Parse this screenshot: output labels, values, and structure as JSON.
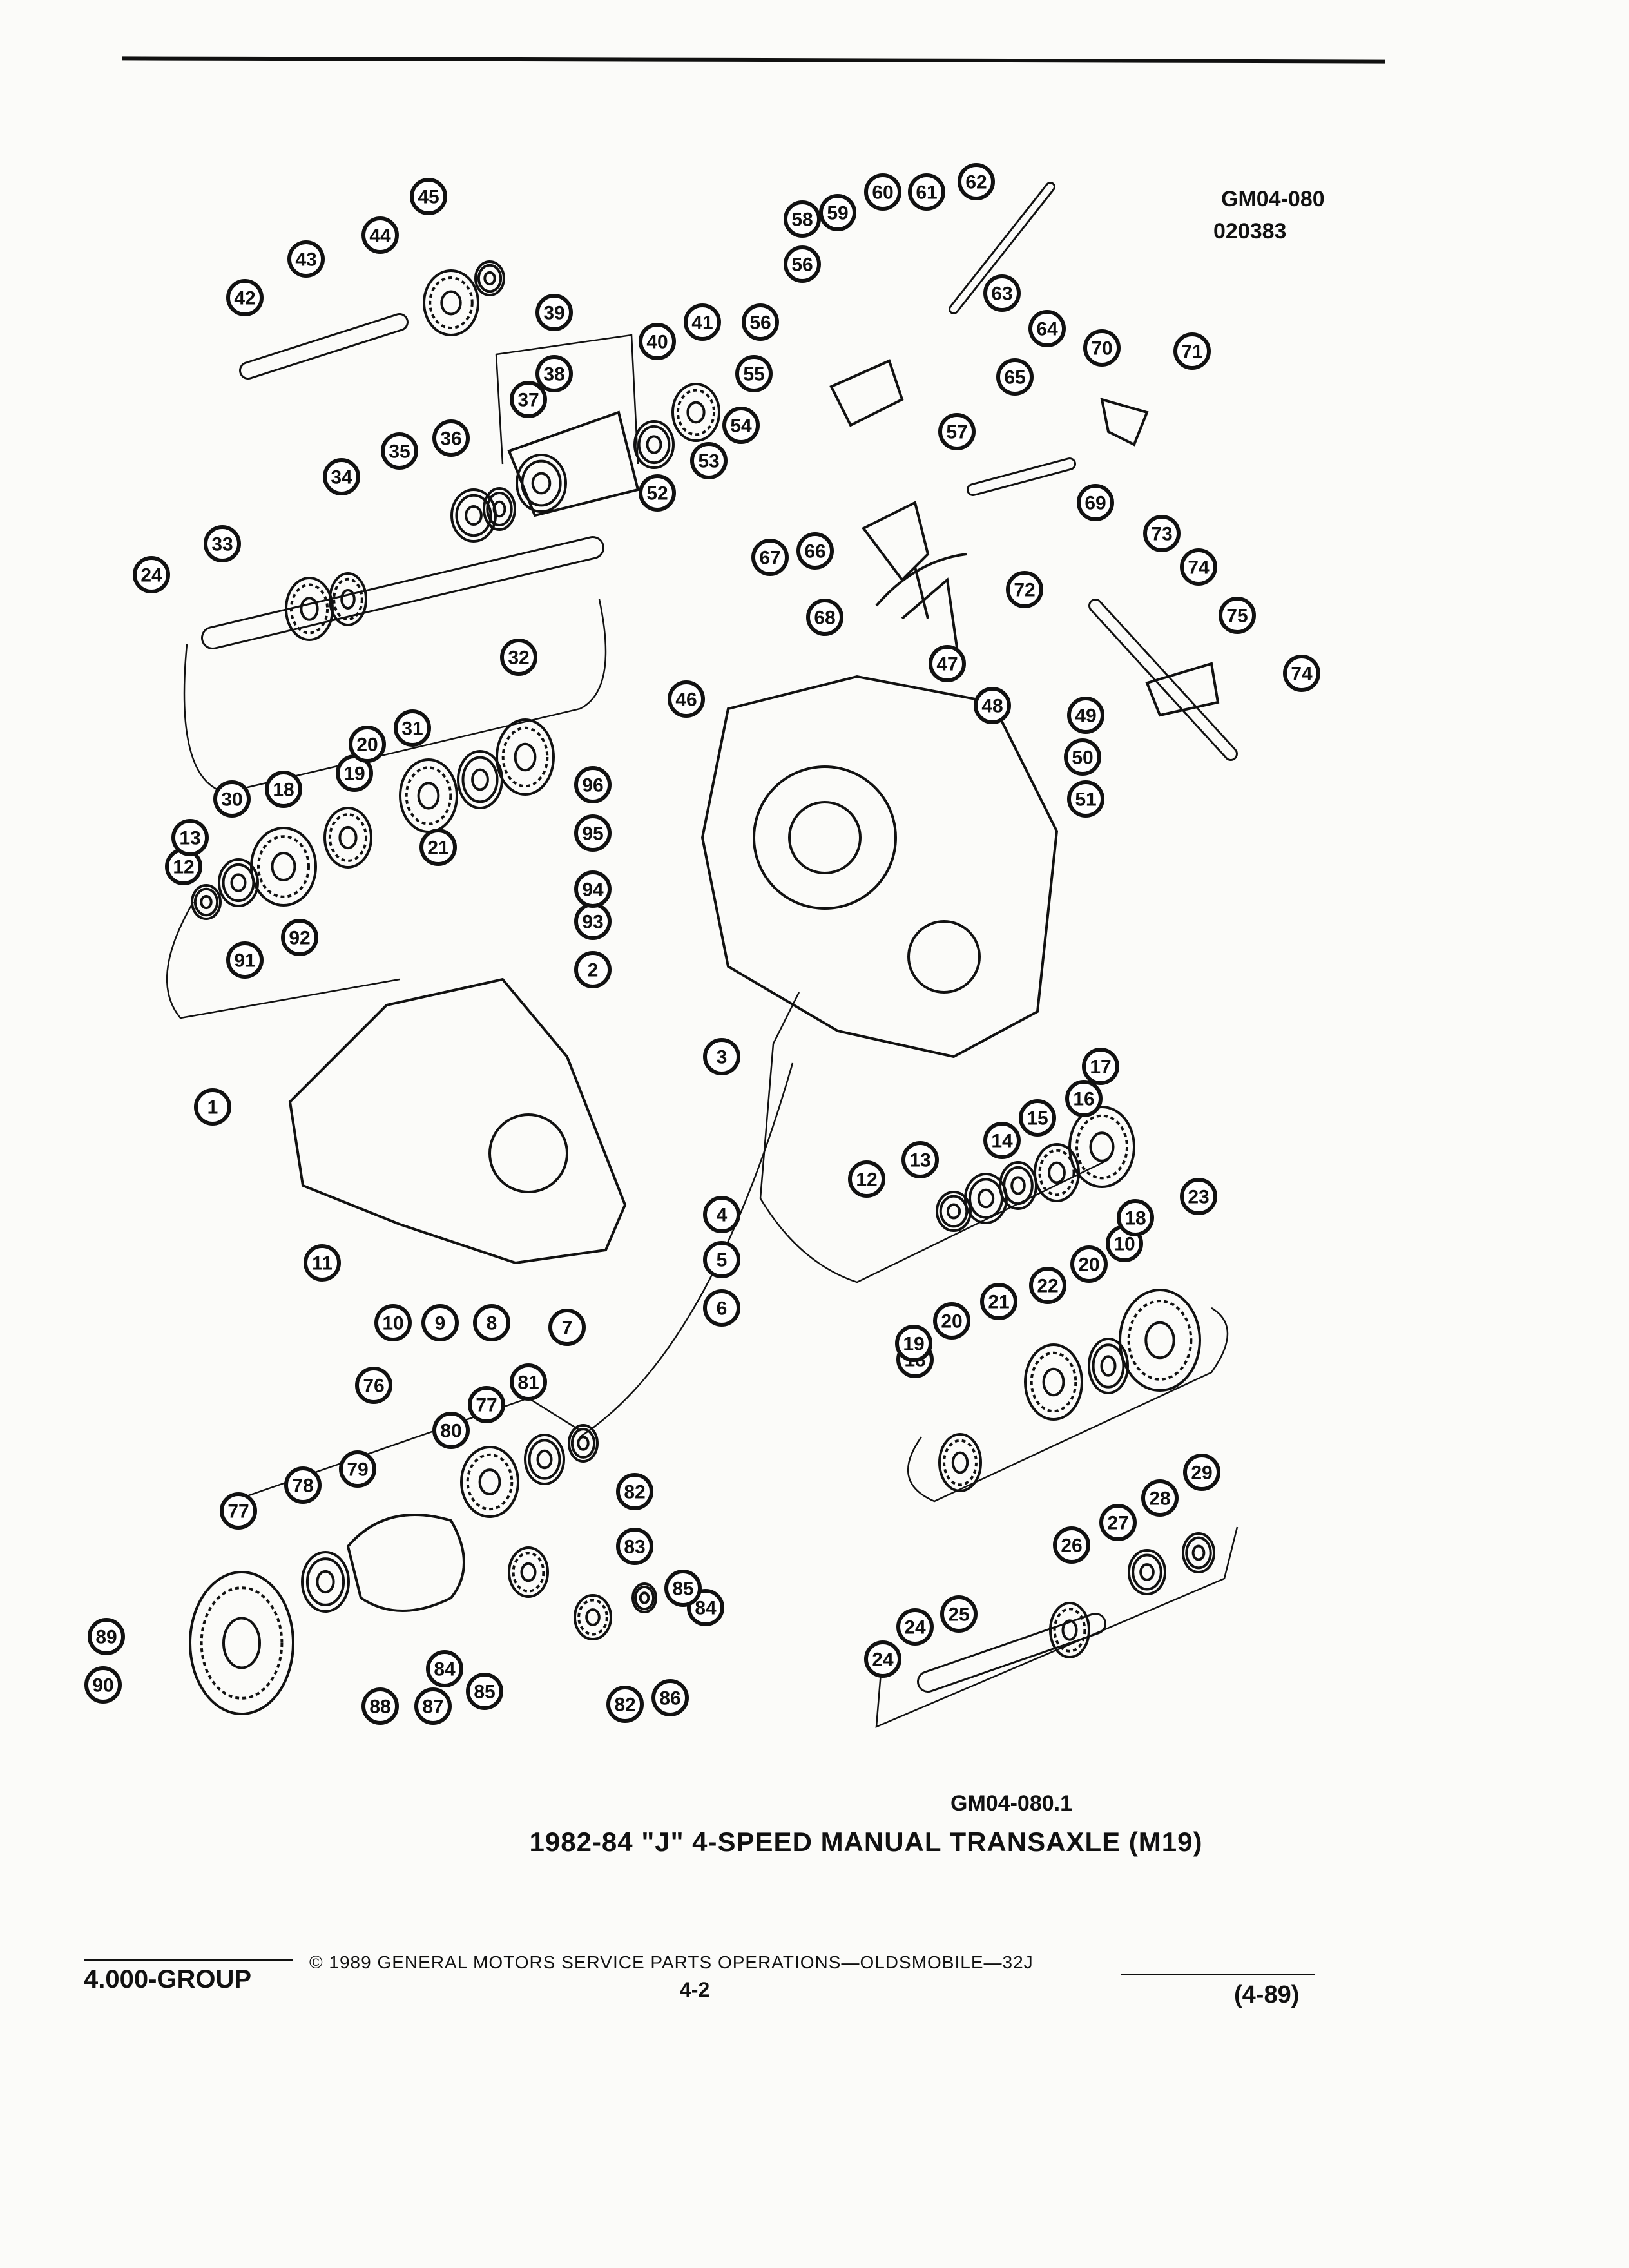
{
  "header": {
    "code_top": "GM04-080",
    "code_date": "020383",
    "code_bottom": "GM04-080.1"
  },
  "title": "1982-84 \"J\" 4-SPEED MANUAL TRANSAXLE (M19)",
  "footer": {
    "group": "4.000-GROUP",
    "copyright": "© 1989 GENERAL MOTORS SERVICE PARTS OPERATIONS—OLDSMOBILE—32J",
    "page": "4-2",
    "revision": "(4-89)"
  },
  "callouts": [
    "1",
    "2",
    "3",
    "4",
    "5",
    "6",
    "7",
    "8",
    "9",
    "10",
    "10",
    "11",
    "12",
    "12",
    "13",
    "13",
    "14",
    "15",
    "16",
    "17",
    "18",
    "18",
    "18",
    "19",
    "19",
    "20",
    "20",
    "20",
    "21",
    "21",
    "22",
    "23",
    "24",
    "24",
    "24",
    "25",
    "26",
    "27",
    "28",
    "29",
    "30",
    "31",
    "32",
    "33",
    "34",
    "35",
    "36",
    "37",
    "38",
    "39",
    "40",
    "41",
    "42",
    "43",
    "44",
    "45",
    "46",
    "47",
    "48",
    "49",
    "50",
    "51",
    "52",
    "53",
    "54",
    "55",
    "56",
    "56",
    "57",
    "58",
    "59",
    "60",
    "61",
    "62",
    "63",
    "64",
    "65",
    "66",
    "67",
    "68",
    "69",
    "70",
    "71",
    "72",
    "73",
    "74",
    "74",
    "75",
    "76",
    "77",
    "77",
    "78",
    "79",
    "80",
    "81",
    "82",
    "82",
    "83",
    "84",
    "84",
    "85",
    "85",
    "86",
    "87",
    "88",
    "89",
    "90",
    "91",
    "92",
    "93",
    "94",
    "95",
    "96"
  ]
}
